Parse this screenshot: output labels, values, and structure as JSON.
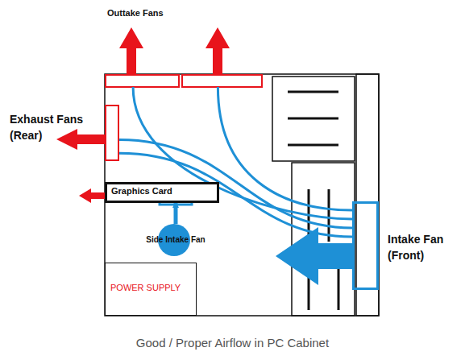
{
  "diagram": {
    "caption": "Good / Proper Airflow in PC Cabinet",
    "nodes": [
      {
        "text": [
          "Outtake Fans"
        ]
      },
      {
        "text": [
          "Exhaust Fans (Rear)"
        ]
      },
      {
        "text": [
          "Graphics Card"
        ]
      },
      {
        "text": [
          "Side Intake Fan"
        ]
      },
      {
        "text": [
          "Intake Fan (Front)"
        ]
      },
      {
        "text": [
          "POWER SUPPLY"
        ]
      }
    ],
    "edges": [
      {
        "from": 4,
        "to": 0,
        "arrow": "none"
      },
      {
        "from": 4,
        "to": 0,
        "arrow": "none"
      },
      {
        "from": 4,
        "to": 1,
        "arrow": "none"
      },
      {
        "from": 4,
        "to": 1,
        "arrow": "none"
      },
      {
        "from": 3,
        "to": 2,
        "arrow": "to"
      }
    ]
  }
}
